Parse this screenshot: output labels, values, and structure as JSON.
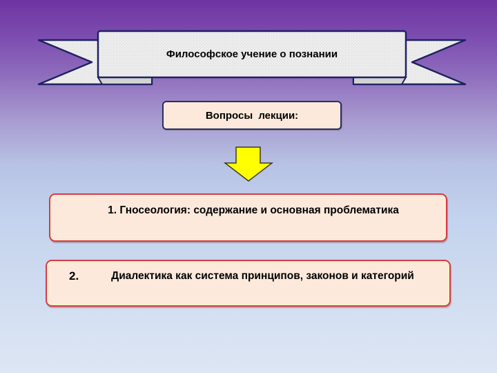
{
  "slide": {
    "title": "Философское учение о познании",
    "subtitle": "Вопросы  лекции:",
    "arrow_icon": "down-arrow",
    "items": [
      {
        "number": "1.",
        "text": "1. Гносеология: содержание и основная проблематика"
      },
      {
        "number": "2.",
        "text": "Диалектика  как система принципов, законов и категорий"
      }
    ]
  },
  "colors": {
    "background_top": "#6e34a2",
    "background_bottom": "#dde6f4",
    "banner_fill": "#ebebeb",
    "banner_border": "#1e2260",
    "box_fill": "#fde9dc",
    "box_border_navy": "#26305a",
    "item_border_red": "#d9384a",
    "arrow_fill": "#ffff00"
  }
}
